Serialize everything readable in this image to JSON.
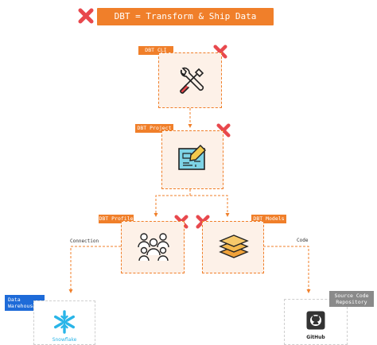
{
  "title": "DBT = Transform & Ship Data Easily",
  "nodes": {
    "cli": {
      "label": "DBT CLI"
    },
    "project": {
      "label": "DBT Project"
    },
    "profile": {
      "label": "DBT Profile"
    },
    "models": {
      "label": "DBT Models"
    }
  },
  "external": {
    "warehouse": {
      "tag": "Data Warehouse",
      "logo_text": "Snowflake"
    },
    "repo": {
      "tag": "Source Code Repository",
      "logo_text": "GitHub"
    }
  },
  "edges": {
    "connection": "Connection",
    "code": "Code"
  },
  "icons": {
    "x_mark": "dbt-x-logo-icon",
    "cli": "wrench-screwdriver-icon",
    "project": "blueprint-icon",
    "profile": "users-group-icon",
    "models": "layers-icon",
    "warehouse": "snowflake-logo-icon",
    "repo": "github-logo-icon"
  },
  "colors": {
    "accent": "#f07f2a",
    "xmark": "#e8484d",
    "warehouse_tag": "#1e6bd8",
    "repo_tag": "#8a8a8a",
    "snowflake": "#29b5e8"
  }
}
